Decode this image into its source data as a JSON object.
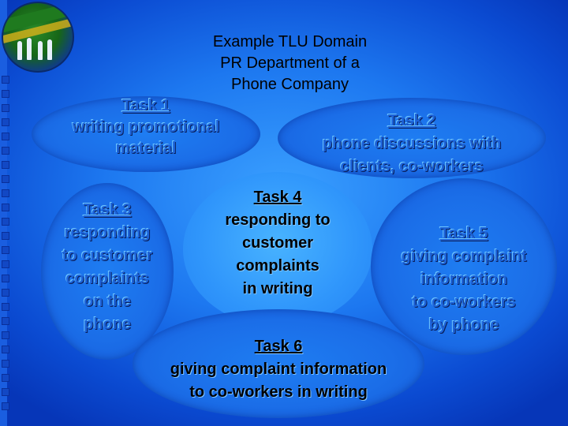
{
  "title": {
    "line1": "Example TLU Domain",
    "line2": "PR Department of a",
    "line3": "Phone Company"
  },
  "tasks": [
    {
      "id": 1,
      "heading": "Task 1",
      "lines": [
        "writing promotional",
        "material"
      ]
    },
    {
      "id": 2,
      "heading": "Task 2",
      "lines": [
        "phone discussions with",
        "clients, co-workers"
      ]
    },
    {
      "id": 3,
      "heading": "Task 3",
      "lines": [
        "responding",
        "to customer",
        "complaints",
        "on the",
        "phone"
      ]
    },
    {
      "id": 4,
      "heading": "Task 4",
      "lines": [
        "responding to",
        "customer",
        "complaints",
        "in writing"
      ]
    },
    {
      "id": 5,
      "heading": "Task 5",
      "lines": [
        "giving complaint",
        "information",
        "to co-workers",
        "by phone"
      ]
    },
    {
      "id": 6,
      "heading": "Task 6",
      "lines": [
        "giving complaint information",
        "to co-workers in writing"
      ]
    }
  ],
  "colors": {
    "background": "#0a4fd6",
    "ellipse": "#1b6ee8",
    "text": "#000000"
  }
}
